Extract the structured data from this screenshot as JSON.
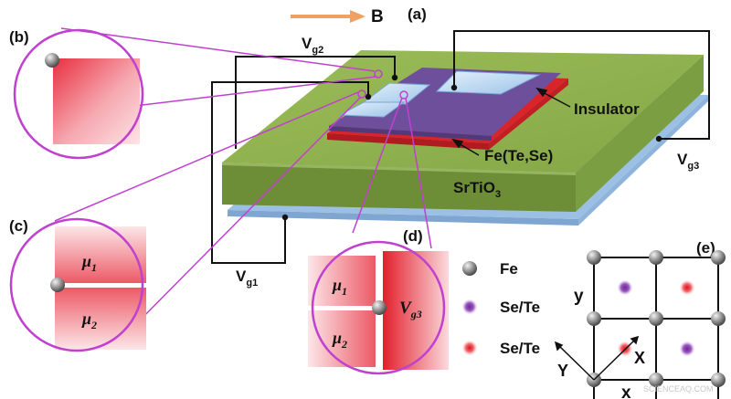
{
  "panels": {
    "a": "(a)",
    "b": "(b)",
    "c": "(c)",
    "d": "(d)",
    "e": "(e)"
  },
  "field": {
    "label": "B",
    "arrow_color": "#f0a060"
  },
  "gates": {
    "vg1": "V",
    "vg1_sub": "g1",
    "vg2": "V",
    "vg2_sub": "g2",
    "vg3": "V",
    "vg3_sub": "g3"
  },
  "layers": {
    "insulator": "Insulator",
    "fetese": "Fe(Te,Se)",
    "substrate": "SrTiO",
    "substrate_sub": "3"
  },
  "regions": {
    "mu1": "μ",
    "mu1_sub": "1",
    "mu2": "μ",
    "mu2_sub": "2",
    "vg3_math": "V",
    "vg3_math_sub": "g3"
  },
  "legend": [
    {
      "label": "Fe",
      "color": "#8a8a8a"
    },
    {
      "label": "Se/Te",
      "color": "#8a3fa8"
    },
    {
      "label": "Se/Te",
      "color": "#e8232a"
    }
  ],
  "lattice_axes": {
    "x": "x",
    "y": "y",
    "X": "X",
    "Y": "Y"
  },
  "watermark": "SCIENCEAQ.COM",
  "colors": {
    "substrate_top": "#8fb04c",
    "substrate_side": "#6f8f3a",
    "blue_layer": "#a9c8e8",
    "insulator": "#6b4f9a",
    "film_red": "#d8242a",
    "magnify": "#c040d0",
    "gate_blue": "#b8d4f0"
  }
}
